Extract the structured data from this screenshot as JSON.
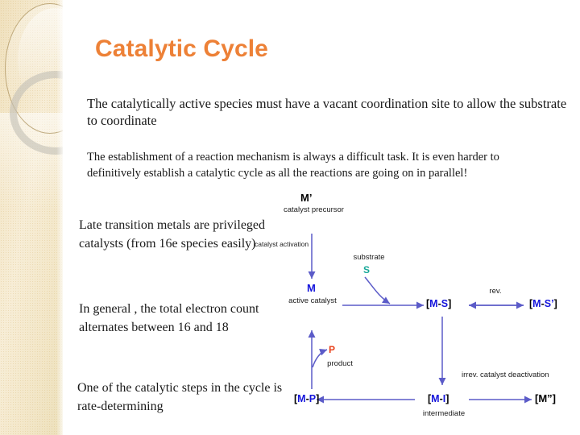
{
  "slide": {
    "title": "Catalytic Cycle",
    "title_color": "#ED8137",
    "background": "#ffffff",
    "paragraphs": [
      "The catalytically active species must have a vacant coordination site to allow the substrate to coordinate",
      "The establishment of a reaction mechanism is always a difficult task. It is even harder to definitively establish a catalytic cycle as all the reactions are going on in parallel!",
      "Late transition metals are privileged catalysts (from 16e species easily)",
      "In general , the total electron count alternates between 16 and 18",
      "One of the catalytic steps in the cycle is rate-determining"
    ]
  },
  "diagram": {
    "name": "catalytic-cycle-diagram",
    "arrow_color": "#5B5BC8",
    "metal_color": "#1414DC",
    "substrate_color": "#18A898",
    "product_color": "#E8401A",
    "nodes": {
      "precursor": "M’",
      "precursor_caption": "catalyst precursor",
      "active_metal": "M",
      "active_caption": "active catalyst",
      "ms_open": "[",
      "ms_m": "M",
      "ms_dash": "-",
      "ms_s": "S",
      "ms_close": "]",
      "msprime_open": "[",
      "msprime_m": "M",
      "msprime_dash": "-",
      "msprime_s": "S’",
      "msprime_close": "]",
      "mi_open": "[",
      "mi_m": "M",
      "mi_dash": "-",
      "mi_i": "I",
      "mi_close": "]",
      "mi_caption": "intermediate",
      "mp_open": "[",
      "mp_m": "M",
      "mp_dash": "-",
      "mp_p": "P",
      "mp_close": "]",
      "mdoubleprime": "[M”]"
    },
    "labels": {
      "activation": "catalyst activation",
      "substrate_caption": "substrate",
      "substrate_symbol": "S",
      "product_symbol": "P",
      "product_caption": "product",
      "reversible": "rev.",
      "deactivation": "irrev. catalyst deactivation"
    }
  }
}
